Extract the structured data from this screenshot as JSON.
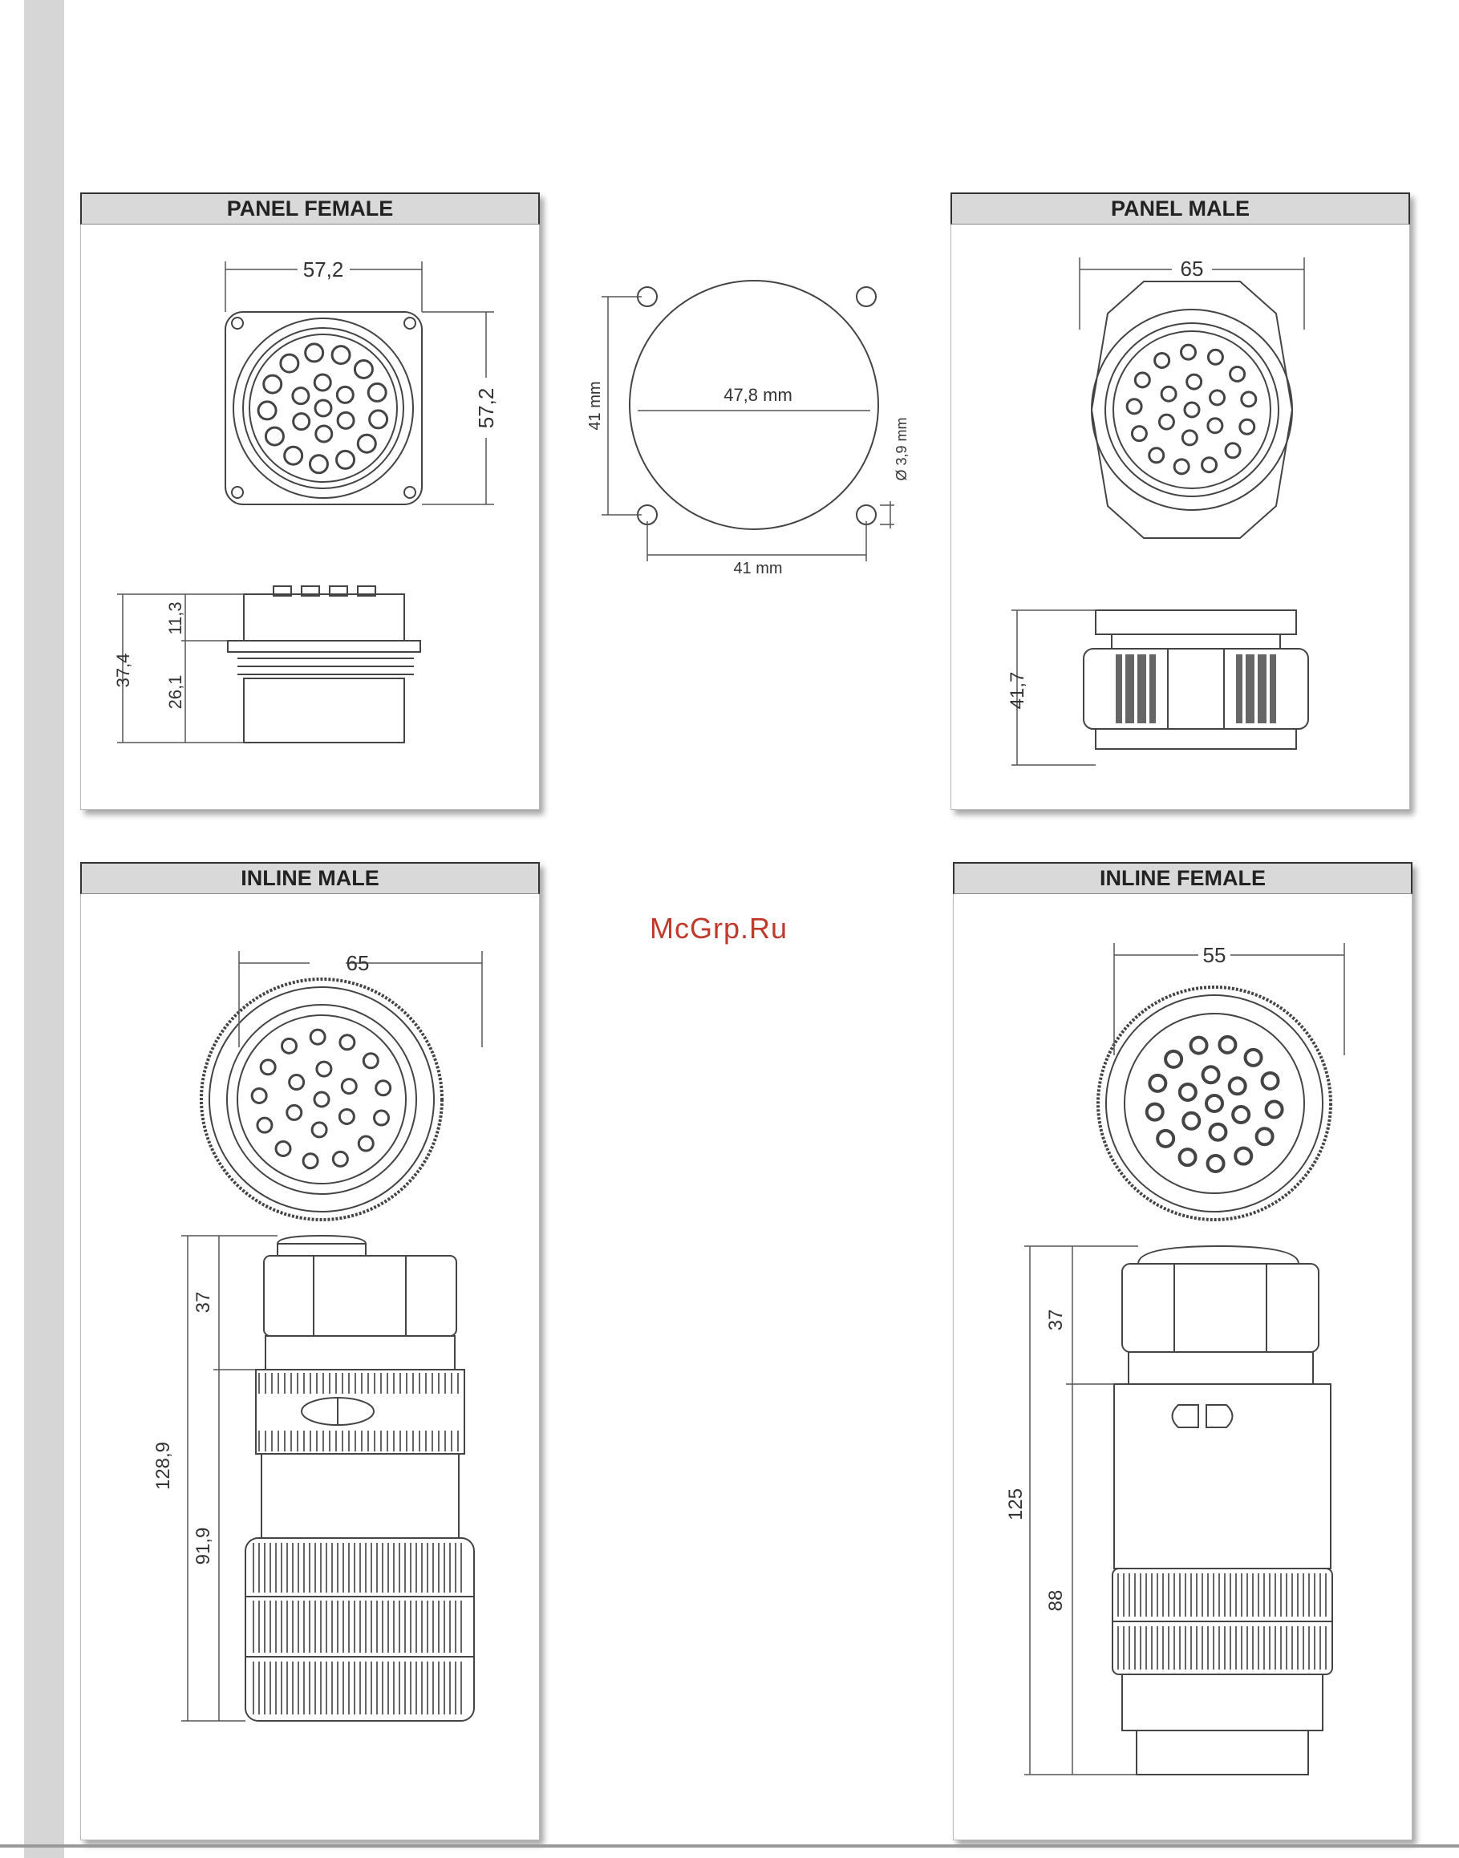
{
  "panels": {
    "panel_female": {
      "title": "PANEL FEMALE",
      "width_dim": "57,2",
      "height_dim": "57,2",
      "side_total": "37,4",
      "side_top": "11,3",
      "side_bottom": "26,1"
    },
    "panel_male": {
      "title": "PANEL MALE",
      "diameter_dim": "65",
      "length_dim": "41,7"
    },
    "inline_male": {
      "title": "INLINE MALE",
      "diameter_dim": "65",
      "length_total": "128,9",
      "length_top": "37",
      "length_bottom": "91,9"
    },
    "inline_female": {
      "title": "INLINE FEMALE",
      "diameter_dim": "55",
      "length_total": "125",
      "length_top": "37",
      "length_bottom": "88"
    }
  },
  "cutout": {
    "height_dim": "41 mm",
    "diameter_dim": "47,8 mm",
    "hole_dim": "Ø 3,9 mm",
    "width_dim": "41 mm"
  },
  "watermark": "McGrp.Ru"
}
